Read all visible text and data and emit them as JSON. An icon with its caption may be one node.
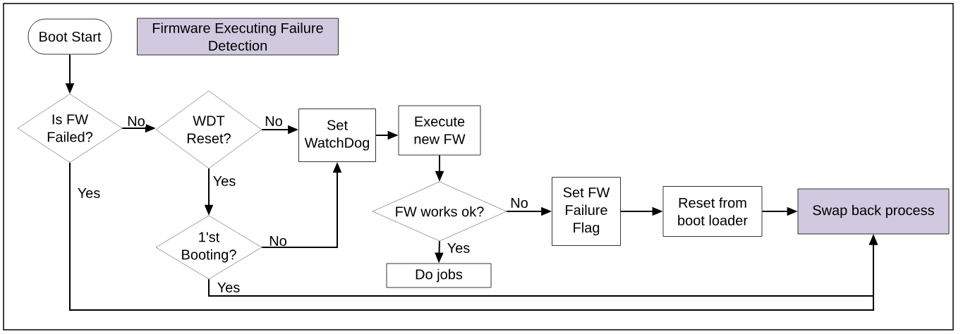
{
  "diagram": {
    "nodes": [
      {
        "text": [
          "Boot Start"
        ]
      },
      {
        "text": [
          "Firmware Executing Failure Detection"
        ]
      },
      {
        "text": [
          "Is FW Failed?"
        ]
      },
      {
        "text": [
          "WDT Reset?"
        ]
      },
      {
        "text": [
          "Set WatchDog"
        ]
      },
      {
        "text": [
          "Execute new FW"
        ]
      },
      {
        "text": [
          "FW works ok?"
        ]
      },
      {
        "text": [
          "Do jobs"
        ]
      },
      {
        "text": [
          "1'st Booting?"
        ]
      },
      {
        "text": [
          "Set FW Failure Flag"
        ]
      },
      {
        "text": [
          "Reset from boot loader"
        ]
      },
      {
        "text": [
          "Swap back process"
        ]
      }
    ],
    "edges": [
      {
        "from": 0,
        "to": 2,
        "arrow": "to"
      },
      {
        "from": 2,
        "to": 3,
        "arrow": "to",
        "label": "No"
      },
      {
        "from": 3,
        "to": 4,
        "arrow": "to",
        "label": "No"
      },
      {
        "from": 3,
        "to": 8,
        "arrow": "to",
        "label": "Yes"
      },
      {
        "from": 8,
        "to": 4,
        "arrow": "to",
        "label": "No"
      },
      {
        "from": 4,
        "to": 5,
        "arrow": "to"
      },
      {
        "from": 5,
        "to": 6,
        "arrow": "to"
      },
      {
        "from": 6,
        "to": 9,
        "arrow": "to",
        "label": "No"
      },
      {
        "from": 6,
        "to": 7,
        "arrow": "to",
        "label": "Yes"
      },
      {
        "from": 9,
        "to": 10,
        "arrow": "to"
      },
      {
        "from": 10,
        "to": 11,
        "arrow": "to"
      },
      {
        "from": 2,
        "to": 11,
        "arrow": "to",
        "label": "Yes"
      },
      {
        "from": 8,
        "to": 11,
        "arrow": "to",
        "label": "Yes"
      }
    ]
  }
}
